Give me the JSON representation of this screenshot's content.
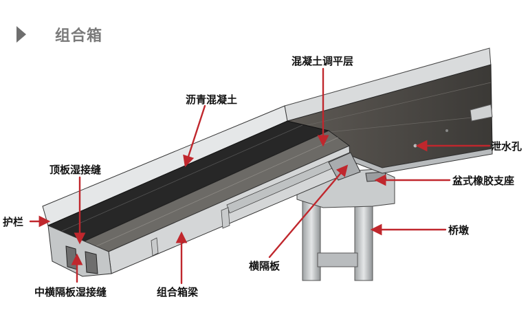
{
  "header": {
    "title": "组合箱"
  },
  "labels": {
    "concrete_leveling_layer": "混凝土调平层",
    "asphalt_concrete": "沥青混凝土",
    "top_slab_wet_joint": "顶板湿接缝",
    "guardrail": "护栏",
    "middle_diaphragm_wet_joint": "中横隔板湿接缝",
    "composite_box_girder": "组合箱梁",
    "diaphragm": "横隔板",
    "drain_hole": "泄水孔",
    "pot_rubber_bearing": "盆式橡胶支座",
    "pier": "桥墩"
  },
  "colors": {
    "pointer": "#c0272d",
    "asphalt": "#2c2c2c",
    "concrete": "#d4d6d7",
    "label_text": "#111111",
    "title_text": "#7a7a7a"
  }
}
